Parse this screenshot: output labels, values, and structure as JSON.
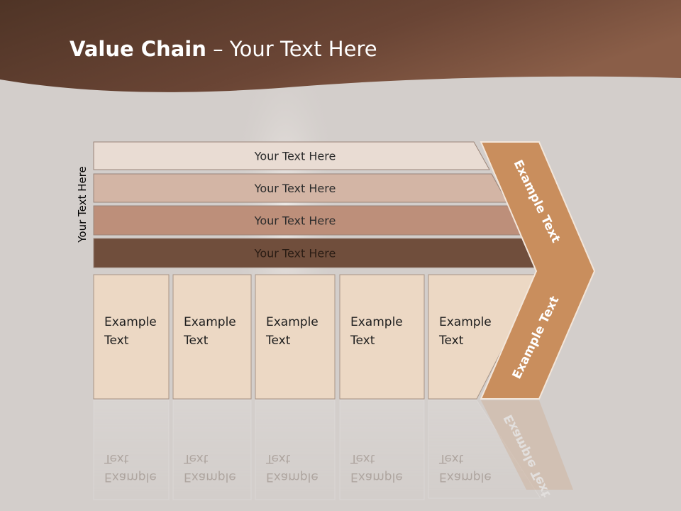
{
  "slide": {
    "title_bold": "Value Chain",
    "title_rest": " – Your Text Here",
    "side_label": "Your Text Here"
  },
  "support_rows": [
    {
      "label": "Your Text Here",
      "fill": "#e9dcd3"
    },
    {
      "label": "Your Text Here",
      "fill": "#d3b5a5"
    },
    {
      "label": "Your Text Here",
      "fill": "#bd8f7a"
    },
    {
      "label": "Your Text Here",
      "fill": "#704e3c"
    }
  ],
  "primary_boxes": [
    {
      "line1": "Example",
      "line2": "Text"
    },
    {
      "line1": "Example",
      "line2": "Text"
    },
    {
      "line1": "Example",
      "line2": "Text"
    },
    {
      "line1": "Example",
      "line2": "Text"
    },
    {
      "line1": "Example",
      "line2": "Text"
    }
  ],
  "margin_arrow": {
    "upper_text": "Example Text",
    "lower_text": "Example Text",
    "fill": "#c98e5d"
  },
  "colors": {
    "header": "#5a3b2d",
    "box_fill": "#ecd8c4",
    "background": "#d3cecb"
  }
}
